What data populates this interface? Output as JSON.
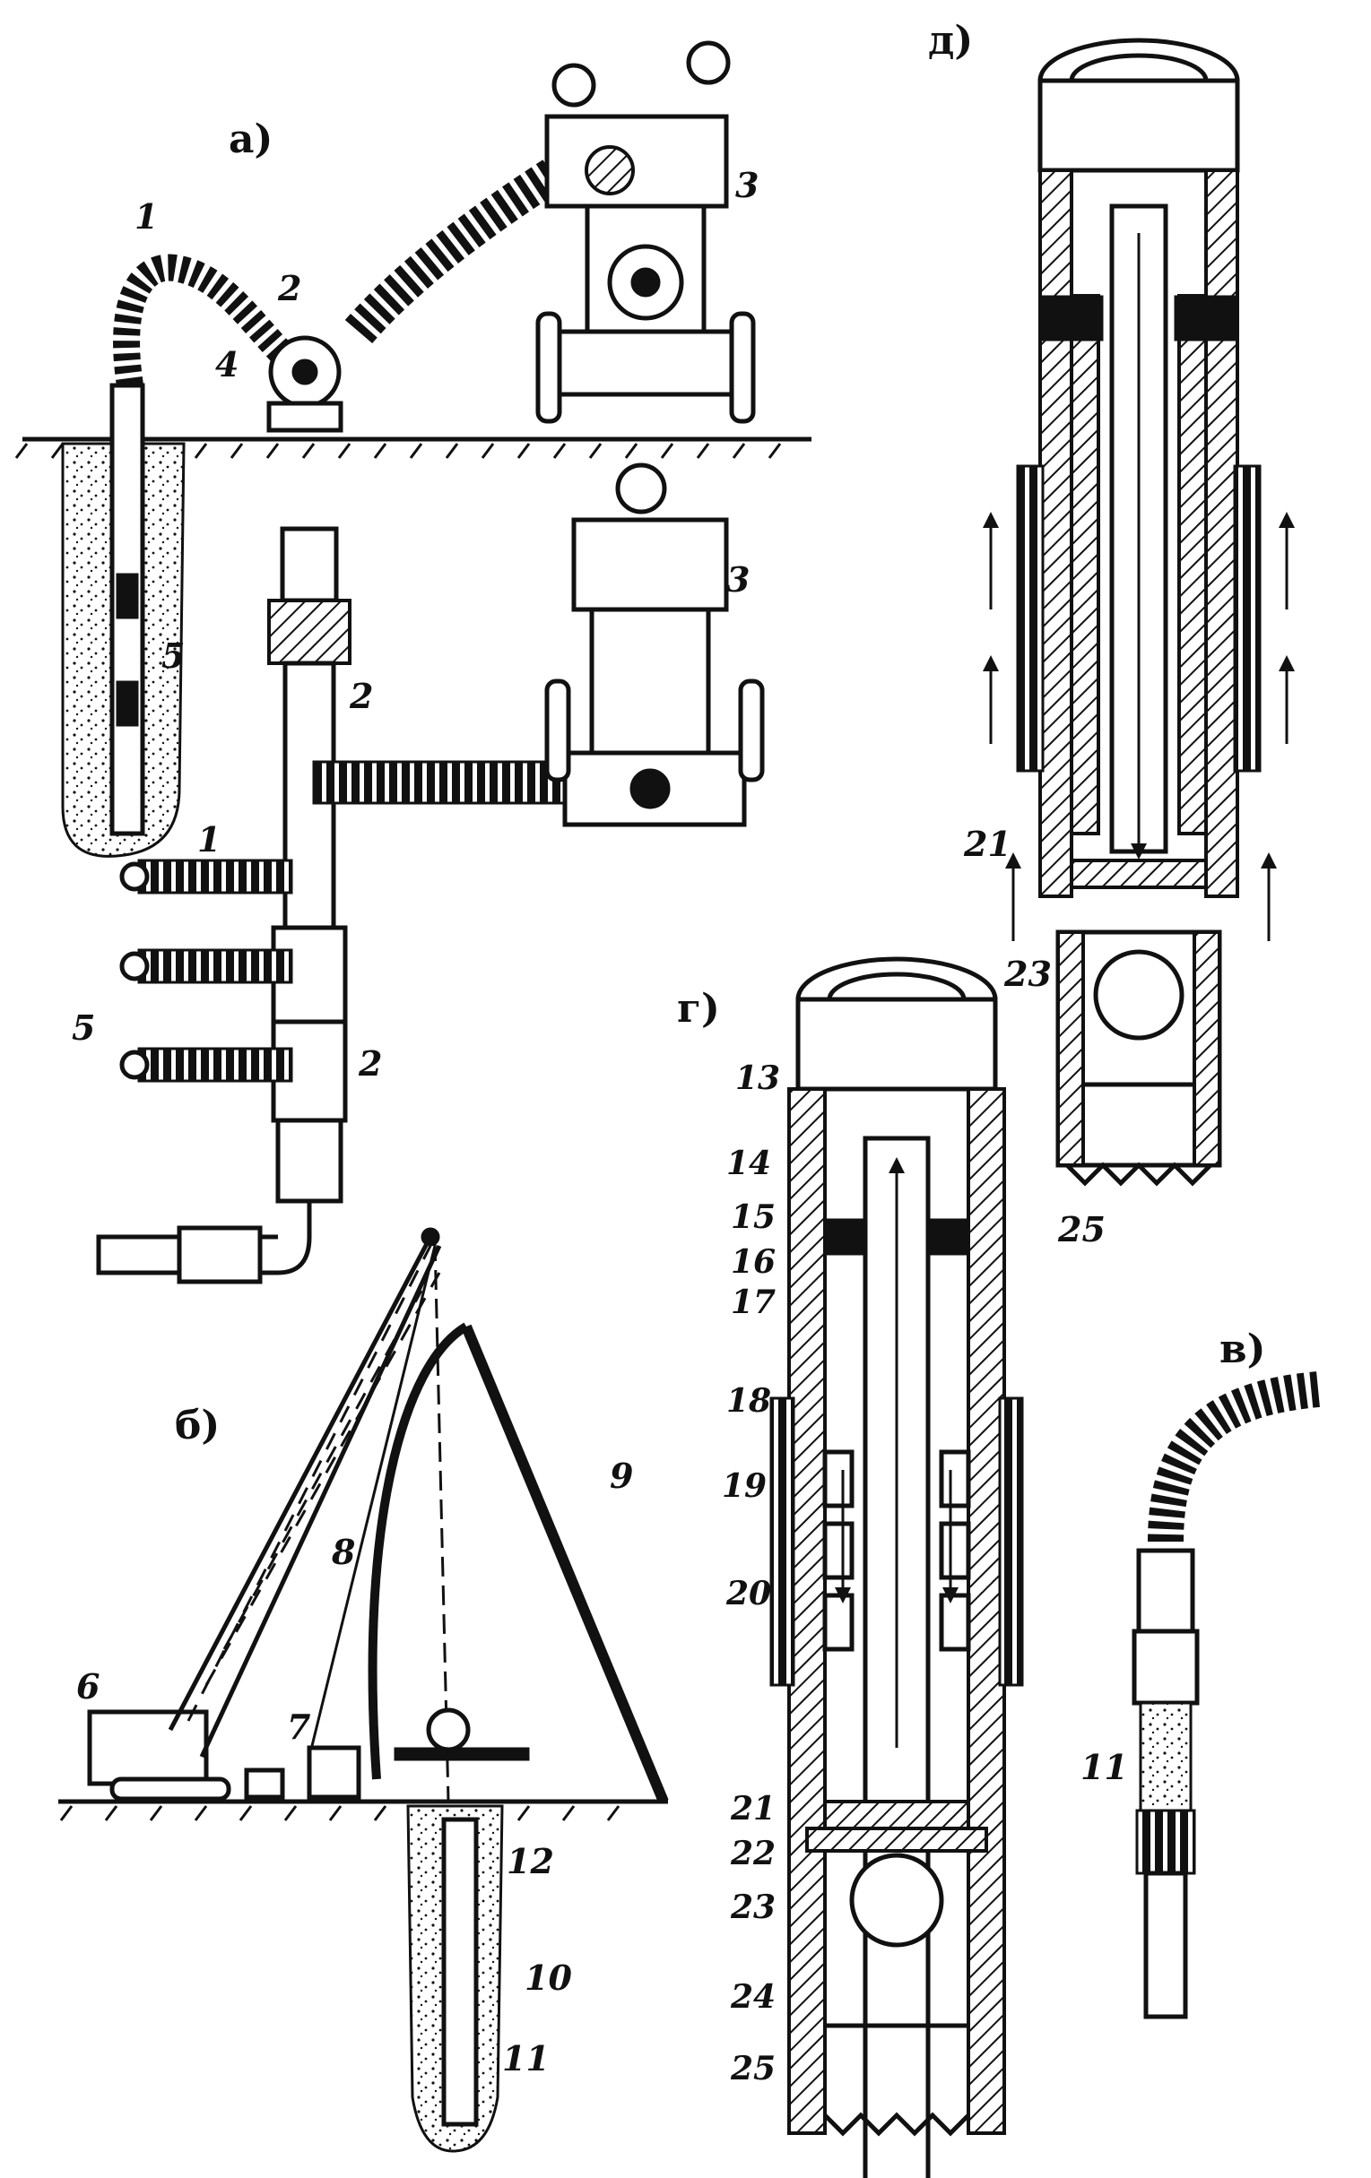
{
  "panels": {
    "a": "а)",
    "b": "б)",
    "v": "в)",
    "g": "г)",
    "d": "д)"
  },
  "labels": {
    "a_1": "1",
    "a_2": "2",
    "a_3": "3",
    "a_4": "4",
    "a_5": "5",
    "a2_2top": "2",
    "a2_3": "3",
    "a2_1": "1",
    "a2_5": "5",
    "a2_2bot": "2",
    "b_6": "6",
    "b_7": "7",
    "b_8": "8",
    "b_9": "9",
    "b_10": "10",
    "b_11": "11",
    "b_12": "12",
    "v_11": "11",
    "g_13": "13",
    "g_14": "14",
    "g_15": "15",
    "g_16": "16",
    "g_17": "17",
    "g_18": "18",
    "g_19": "19",
    "g_20": "20",
    "g_21": "21",
    "g_22": "22",
    "g_23": "23",
    "g_24": "24",
    "g_25": "25",
    "d_21": "21",
    "d_23": "23",
    "d_25": "25"
  }
}
